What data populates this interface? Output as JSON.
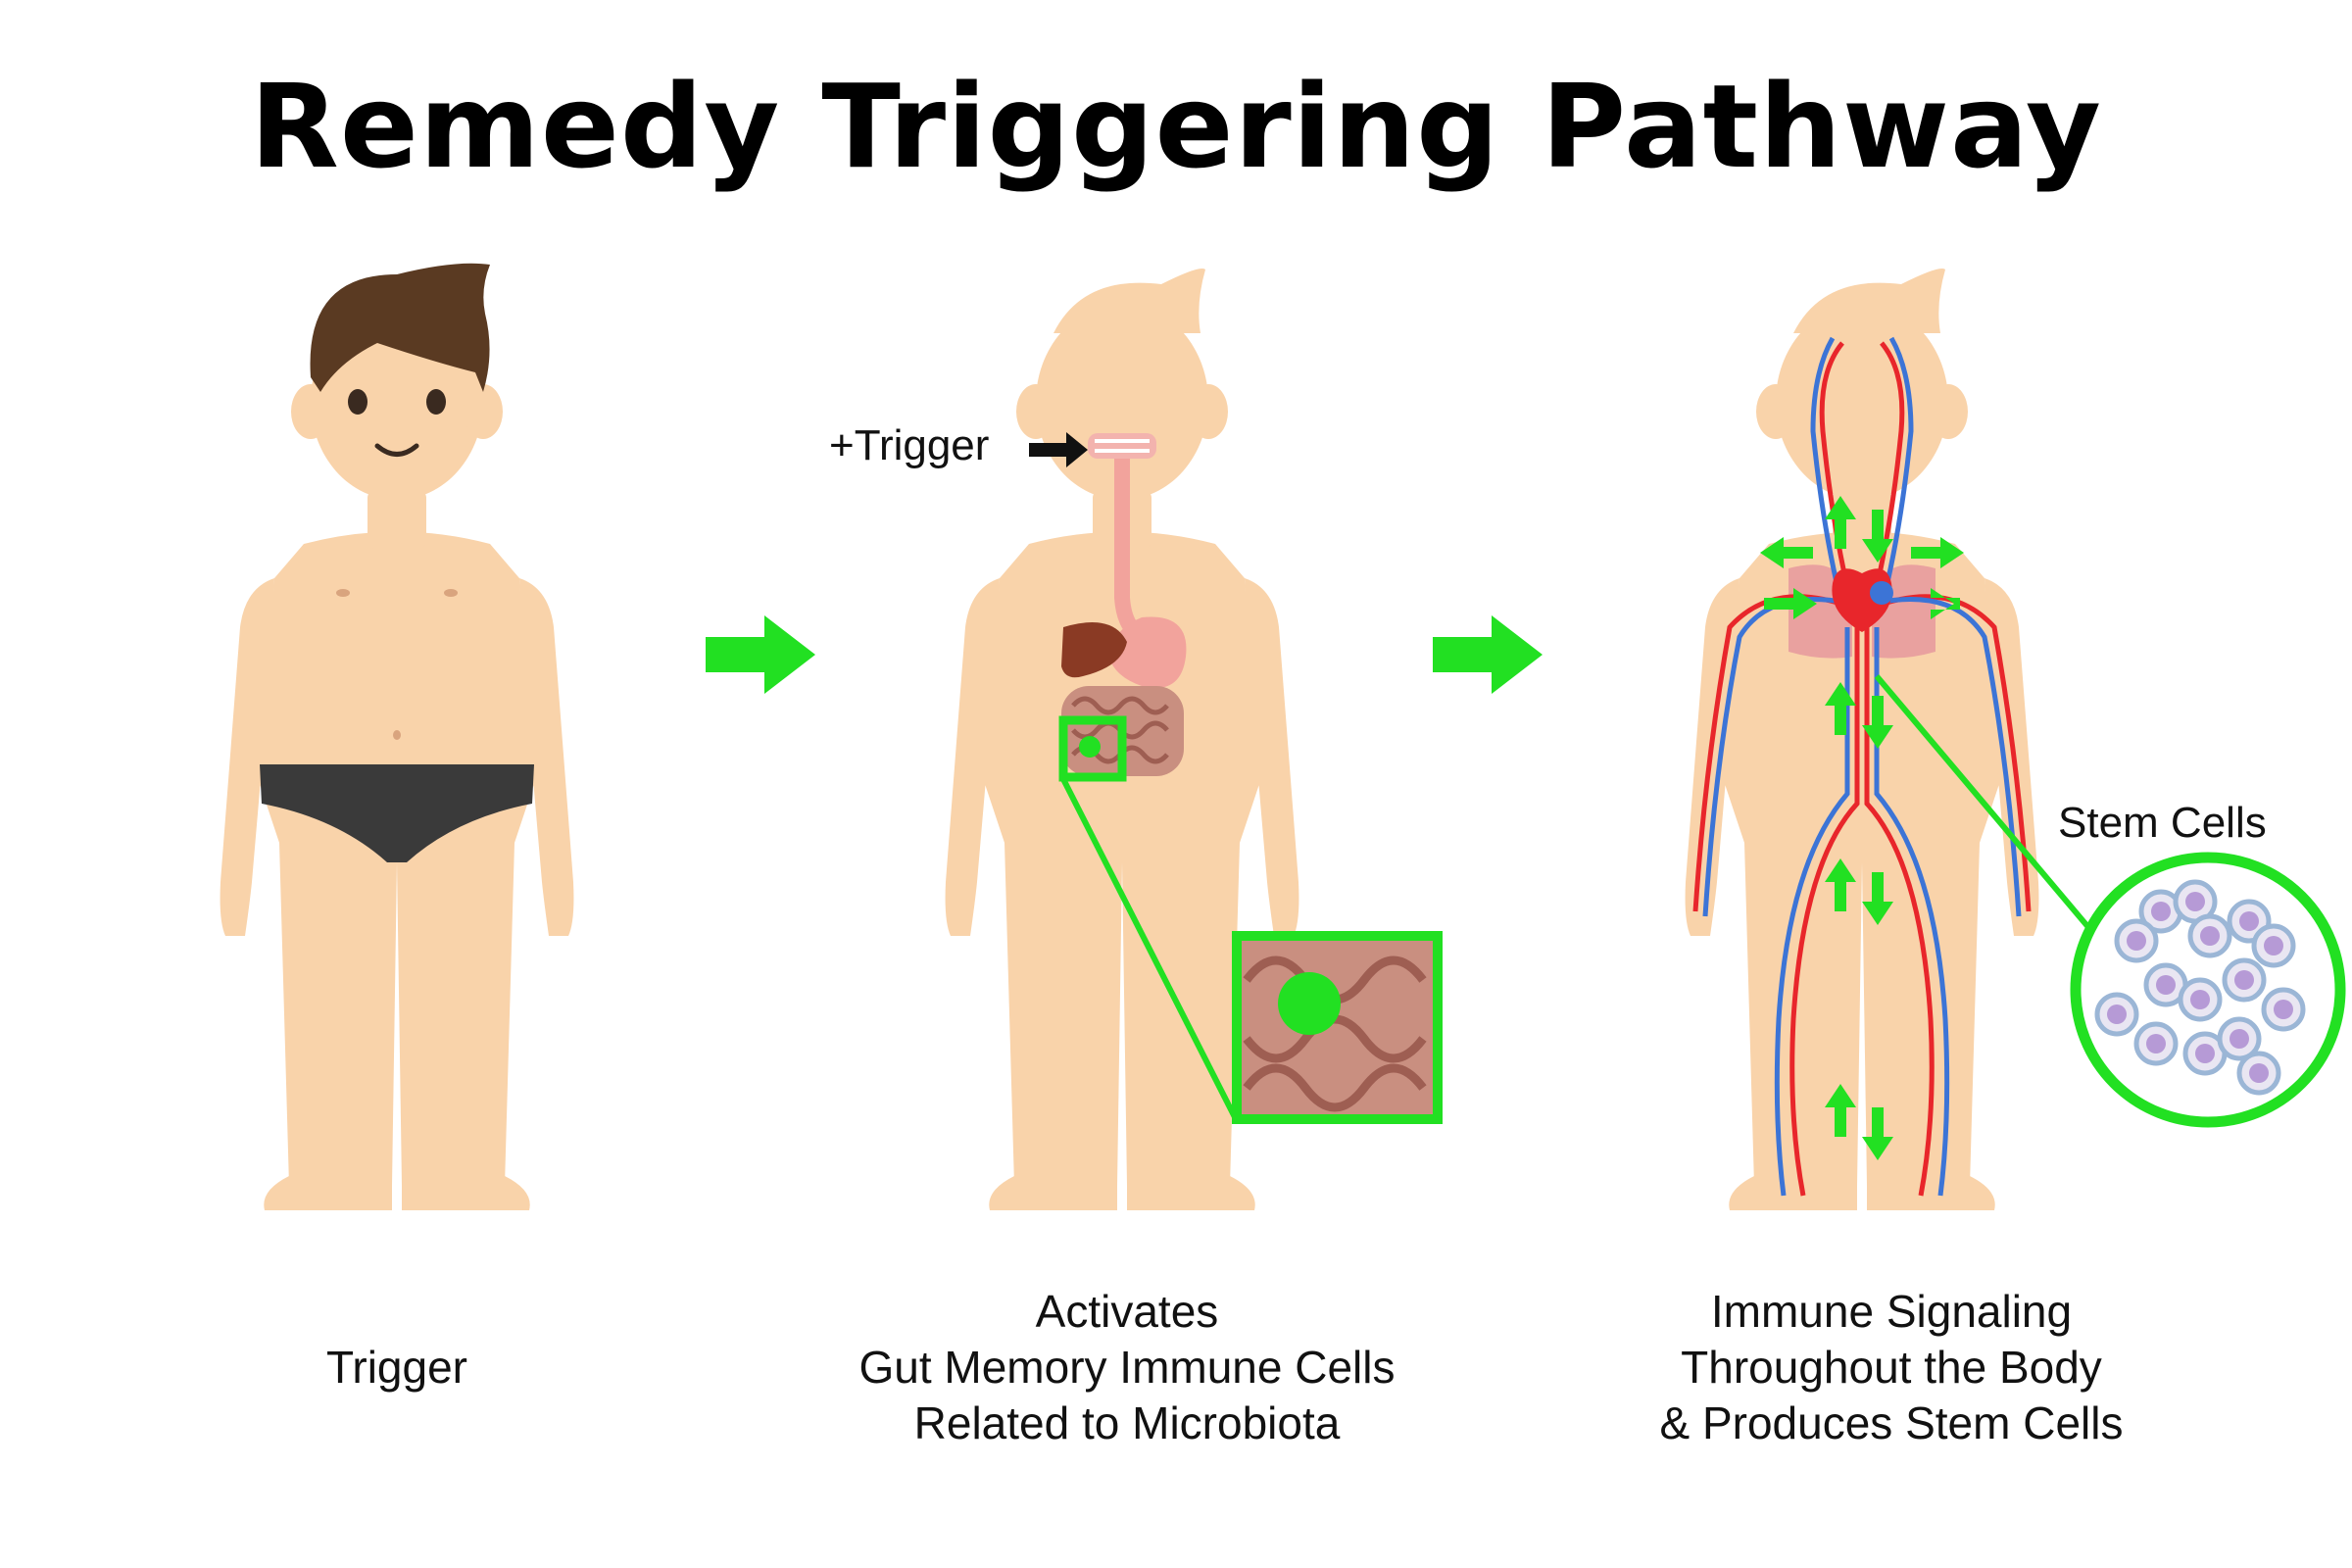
{
  "title": "Remedy Triggering Pathway",
  "colors": {
    "skin": "#F9D3AA",
    "hair": "#5A3A22",
    "signal_green": "#22E022",
    "artery": "#E8262B",
    "vein": "#3C74D6",
    "gut": "#C98F80",
    "liver": "#8A3A24",
    "stomach": "#F2A39C",
    "lungs": "#E9A19F",
    "cell": "#BFA9D9"
  },
  "steps": [
    {
      "caption_lines": [
        "Trigger"
      ]
    },
    {
      "caption_lines": [
        "Activates",
        "Gut Memory Immune Cells",
        "Related to Microbiota"
      ],
      "callout_label": "+Trigger"
    },
    {
      "caption_lines": [
        "Immune Signaling",
        "Throughout the Body",
        "& Produces Stem Cells"
      ],
      "callout_label": "Stem Cells"
    }
  ],
  "icons": [
    "person-icon",
    "digestive-system-icon",
    "circulatory-system-icon",
    "right-arrow-icon",
    "stem-cell-icon"
  ]
}
